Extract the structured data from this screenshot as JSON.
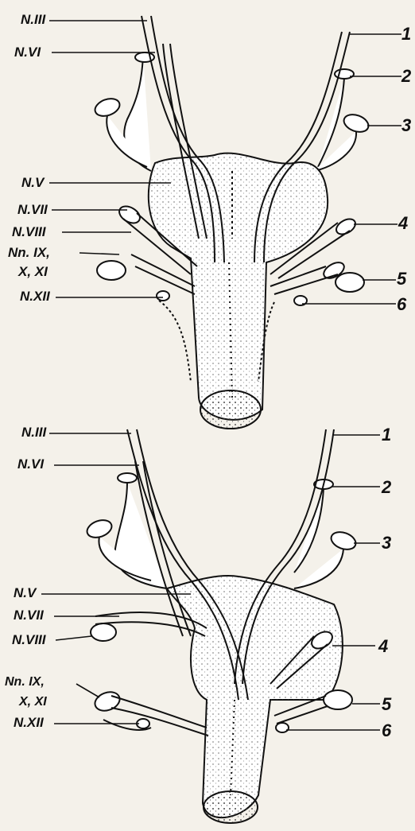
{
  "diagram": {
    "panel_top": {
      "left_labels": [
        "N.III",
        "N.VI",
        "N.V",
        "N.VII",
        "N.VIII",
        "Nn. IX,",
        "X, XI",
        "N.XII"
      ],
      "right_labels": [
        "1",
        "2",
        "3",
        "4",
        "5",
        "6"
      ]
    },
    "panel_bottom": {
      "left_labels": [
        "N.III",
        "N.VI",
        "N.V",
        "N.VII",
        "N.VIII",
        "Nn. IX,",
        "X, XI",
        "N.XII"
      ],
      "right_labels": [
        "1",
        "2",
        "3",
        "4",
        "5",
        "6"
      ]
    }
  }
}
